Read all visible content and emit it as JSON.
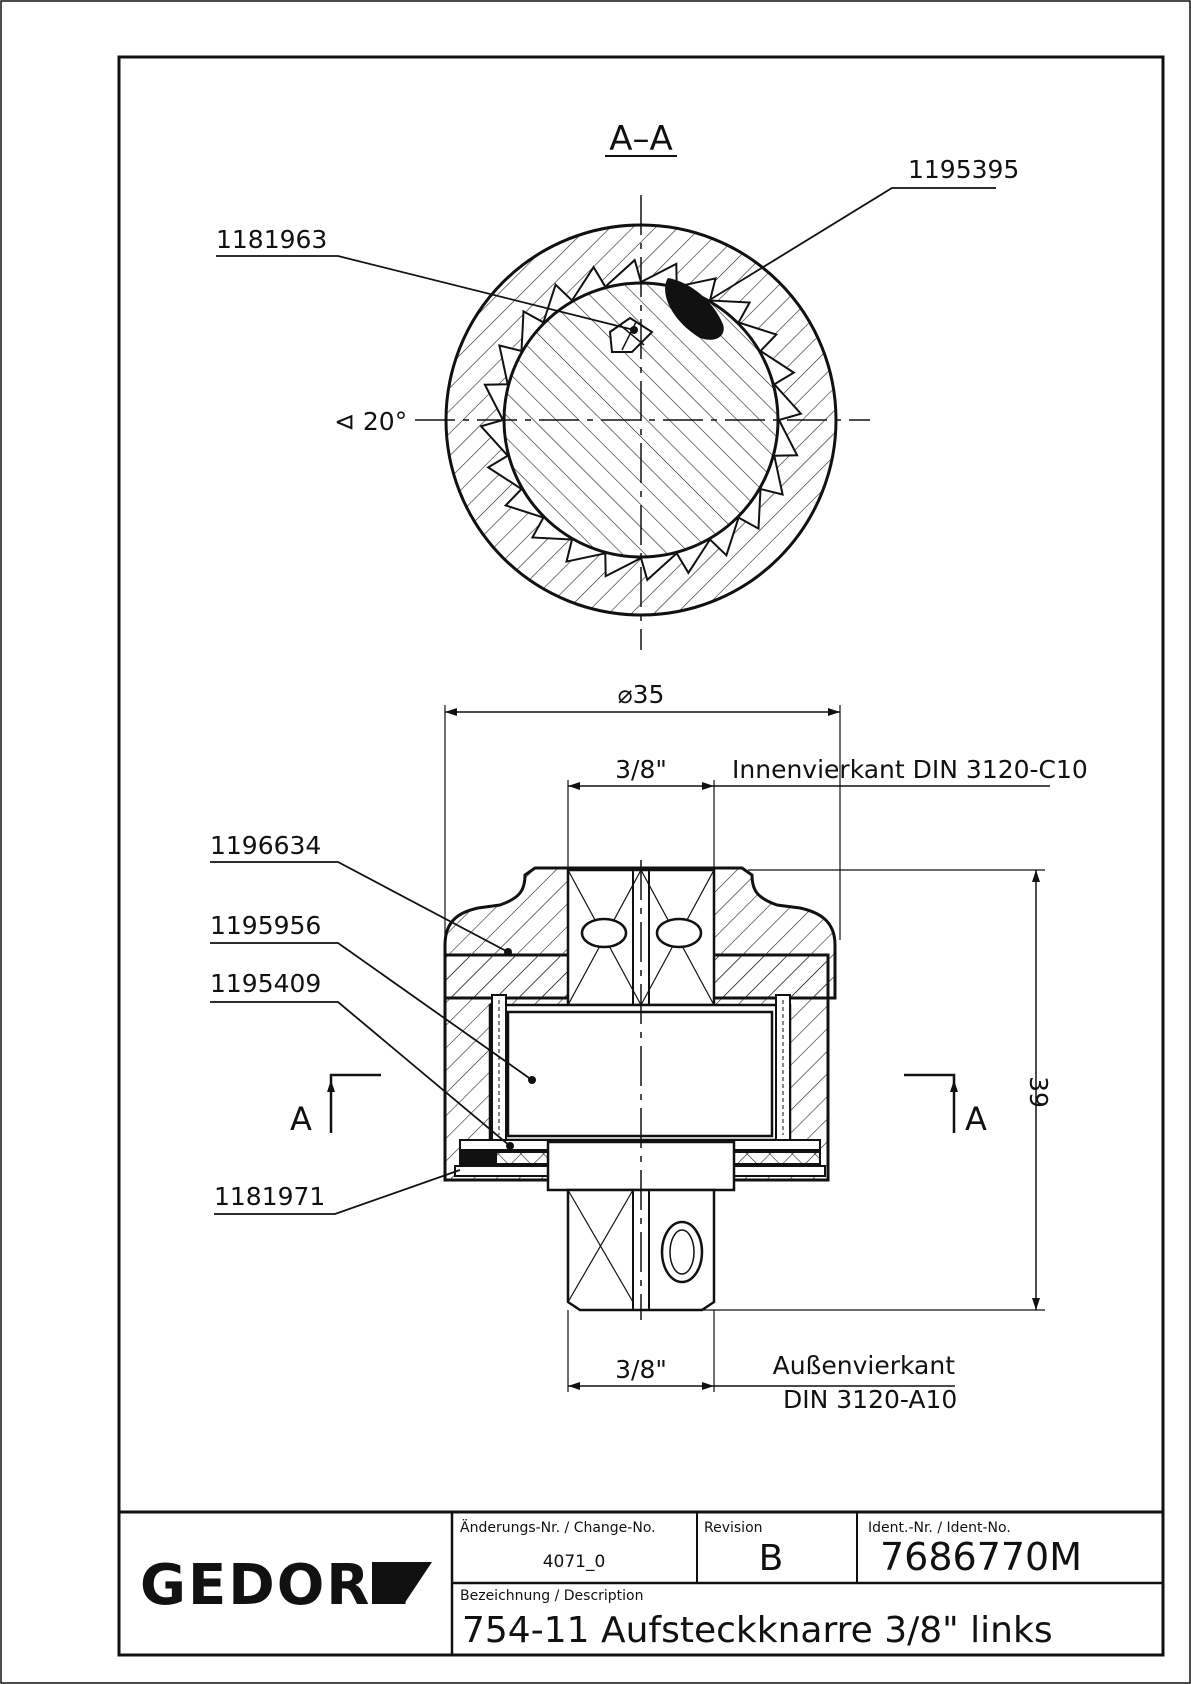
{
  "section": {
    "title": "A–A",
    "callouts": {
      "pin": "1181963",
      "pawl": "1195395",
      "angle": "⊲ 20°"
    }
  },
  "front_view": {
    "dimensions": {
      "diameter": "⌀35",
      "square_inner": "3/8\"",
      "square_outer": "3/8\"",
      "height": "39"
    },
    "notes": {
      "inner_square": "Innenvierkant DIN 3120-C10",
      "outer_square_line1": "Außenvierkant",
      "outer_square_line2": "DIN 3120-A10"
    },
    "callouts": {
      "housing": "1196634",
      "drive": "1195956",
      "spring": "1195409",
      "washer": "1181971"
    },
    "section_markers": {
      "left": "A",
      "right": "A"
    }
  },
  "title_block": {
    "logo": "GEDORE",
    "change_label": "Änderungs-Nr. / Change-No.",
    "change_value": "4071_0",
    "revision_label": "Revision",
    "revision_value": "B",
    "ident_label": "Ident.-Nr. / Ident-No.",
    "ident_value": "7686770M",
    "description_label": "Bezeichnung / Description",
    "description_value": "754-11 Aufsteckknarre 3/8\" links"
  },
  "colors": {
    "ink": "#111111",
    "paper": "#ffffff"
  }
}
